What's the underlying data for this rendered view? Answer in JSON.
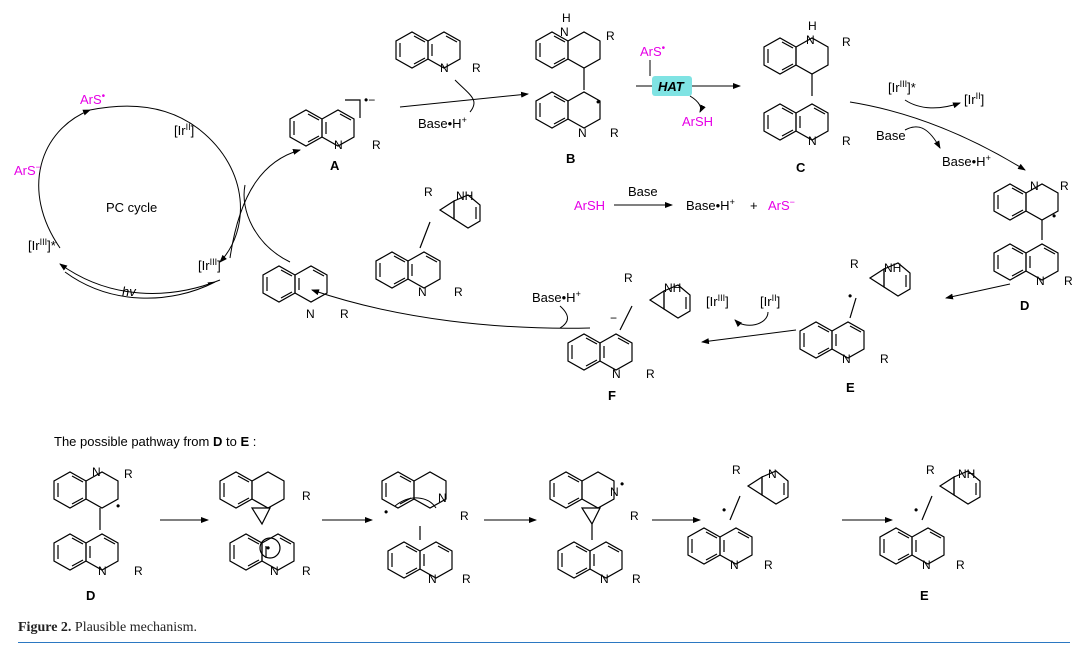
{
  "caption": {
    "label": "Figure 2.",
    "text": "Plausible mechanism."
  },
  "labels": {
    "A": "A",
    "B": "B",
    "C": "C",
    "D": "D",
    "E": "E",
    "F": "F",
    "pc_cycle": "PC cycle",
    "hv": "hv",
    "base": "Base",
    "base_h": "Base•H",
    "plus": "+",
    "hat": "HAT",
    "ars_radical": "ArS",
    "ars_anion": "ArS",
    "arsh": "ArSH",
    "ir_II": "[Ir",
    "ir_III": "[Ir",
    "ir_III_star": "[Ir",
    "R": "R",
    "N": "N",
    "NH": "NH",
    "H": "H",
    "pathway_title_pre": "The possible pathway from ",
    "pathway_D": "D",
    "pathway_to": " to ",
    "pathway_E": "E",
    "pathway_colon": " :"
  },
  "colors": {
    "magenta": "#e600e6",
    "hat_fill": "#7fe3e3",
    "rule": "#2b78c2"
  }
}
